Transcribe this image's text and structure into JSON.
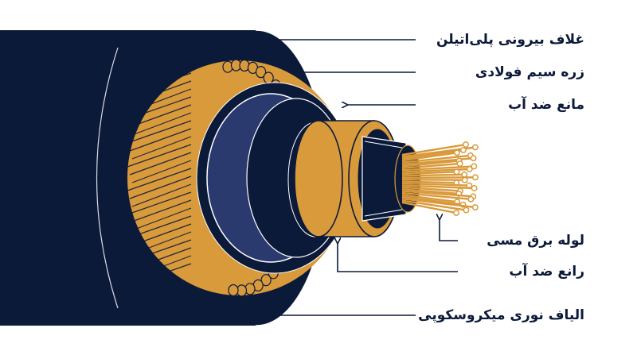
{
  "diagram": {
    "labels": [
      {
        "id": "outer-sheath",
        "text": "غلاف بیرونی پلی‌اتیلن"
      },
      {
        "id": "steel-armor",
        "text": "زره سیم فولادی"
      },
      {
        "id": "water-block-outer",
        "text": "مانع ضد آب"
      },
      {
        "id": "copper-tube",
        "text": "لوله برق مسی"
      },
      {
        "id": "water-block-inner",
        "text": "رانع ضد آب"
      },
      {
        "id": "optical-fibers",
        "text": "الیاف نوری میکروسکوپی"
      }
    ]
  }
}
